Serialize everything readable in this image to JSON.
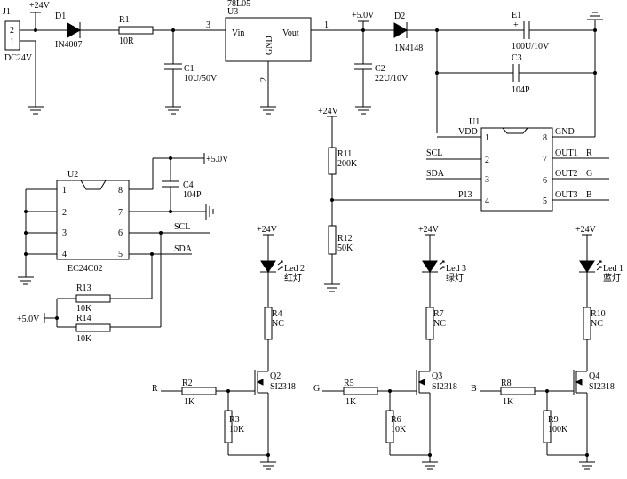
{
  "connector": {
    "ref": "J1",
    "pin2": "2",
    "pin1": "1",
    "value": "DC24V",
    "supply": "+24V"
  },
  "d1": {
    "ref": "D1",
    "value": "IN4007"
  },
  "r1": {
    "ref": "R1",
    "value": "10R"
  },
  "u3": {
    "ref": "U3",
    "value": "78L05",
    "vin": "Vin",
    "vout": "Vout",
    "gnd": "GND",
    "pin_in": "3",
    "pin_out": "1",
    "pin_gnd": "2"
  },
  "c1": {
    "ref": "C1",
    "value": "10U/50V"
  },
  "rail5v": {
    "label": "+5.0V"
  },
  "d2": {
    "ref": "D2",
    "value": "1N4148"
  },
  "c2": {
    "ref": "C2",
    "value": "22U/10V"
  },
  "e1": {
    "ref": "E1",
    "value": "100U/10V",
    "plus": "+"
  },
  "c3": {
    "ref": "C3",
    "value": "104P"
  },
  "u1": {
    "ref": "U1",
    "vdd": "VDD",
    "gnd": "GND",
    "left_pins": [
      {
        "num": "1",
        "net": ""
      },
      {
        "num": "2",
        "net": "SCL"
      },
      {
        "num": "3",
        "net": "SDA"
      },
      {
        "num": "4",
        "net": "P13"
      }
    ],
    "right_pins": [
      {
        "num": "8",
        "name": ""
      },
      {
        "num": "7",
        "name": "OUT1",
        "net": "R"
      },
      {
        "num": "6",
        "name": "OUT2",
        "net": "G"
      },
      {
        "num": "5",
        "name": "OUT3",
        "net": "B"
      }
    ]
  },
  "r11": {
    "ref": "R11",
    "value": "200K",
    "supply": "+24V"
  },
  "r12": {
    "ref": "R12",
    "value": "50K"
  },
  "u2": {
    "ref": "U2",
    "value": "EC24C02",
    "left_pins": [
      "1",
      "2",
      "3",
      "4"
    ],
    "right_pins": [
      "8",
      "7",
      "6",
      "5"
    ],
    "scl": "SCL",
    "sda": "SDA",
    "supply": "+5.0V"
  },
  "c4": {
    "ref": "C4",
    "value": "104P"
  },
  "r13": {
    "ref": "R13",
    "value": "10K"
  },
  "r14": {
    "ref": "R14",
    "value": "10K"
  },
  "pullup": {
    "label": "+5.0V"
  },
  "channels": [
    {
      "net": "R",
      "supply": "+24V",
      "led_ref": "Led 2",
      "led_name": "红灯",
      "rled_ref": "R4",
      "rled_value": "NC",
      "q_ref": "Q2",
      "q_value": "SI2318",
      "rg_ref": "R2",
      "rg_value": "1K",
      "rpd_ref": "R3",
      "rpd_value": "10K"
    },
    {
      "net": "G",
      "supply": "+24V",
      "led_ref": "Led 3",
      "led_name": "绿灯",
      "rled_ref": "R7",
      "rled_value": "NC",
      "q_ref": "Q3",
      "q_value": "SI2318",
      "rg_ref": "R5",
      "rg_value": "1K",
      "rpd_ref": "R6",
      "rpd_value": "10K"
    },
    {
      "net": "B",
      "supply": "+24V",
      "led_ref": "Led 1",
      "led_name": "蓝灯",
      "rled_ref": "R10",
      "rled_value": "NC",
      "q_ref": "Q4",
      "q_value": "SI2318",
      "rg_ref": "R8",
      "rg_value": "1K",
      "rpd_ref": "R9",
      "rpd_value": "100K"
    }
  ]
}
